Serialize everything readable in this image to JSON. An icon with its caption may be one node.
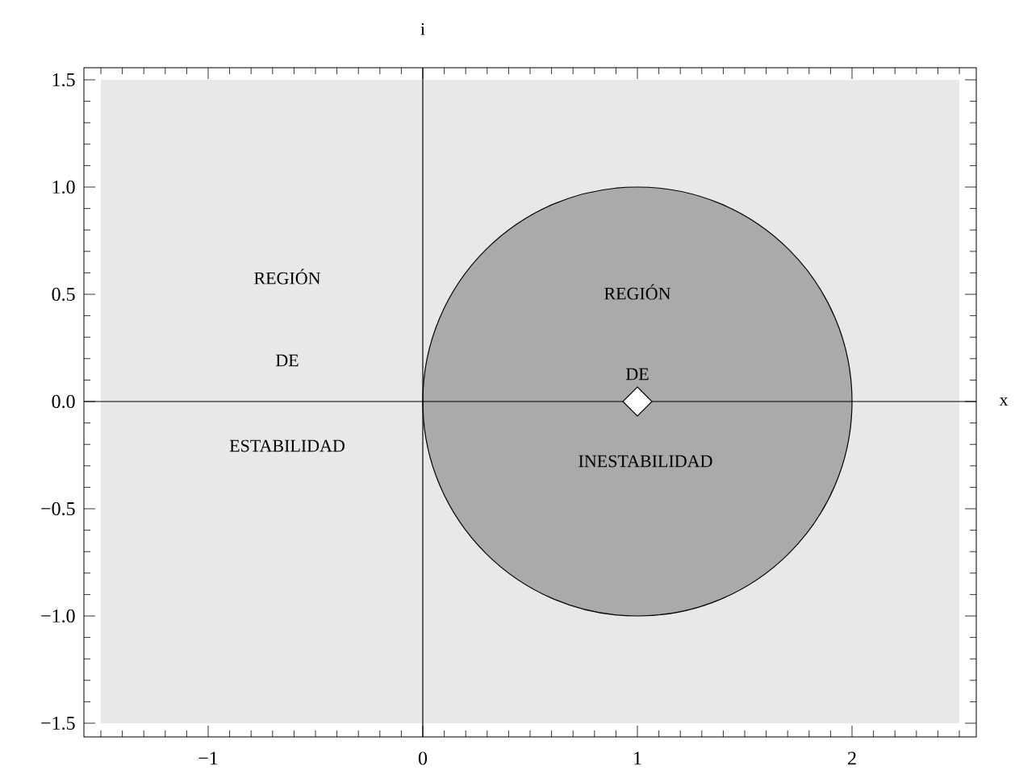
{
  "diagram": {
    "nodes": [
      {
        "text": [
          "REGIÓN",
          "DE",
          "ESTABILIDAD"
        ]
      },
      {
        "text": [
          "REGIÓN",
          "DE",
          "INESTABILIDAD"
        ],
        "in": 0
      }
    ],
    "labels": [
      "i",
      "x",
      "1.5",
      "1.0",
      "0.5",
      "0.0",
      "−0.5",
      "−1.0",
      "−1.5",
      "−1",
      "0",
      "1",
      "2"
    ]
  }
}
